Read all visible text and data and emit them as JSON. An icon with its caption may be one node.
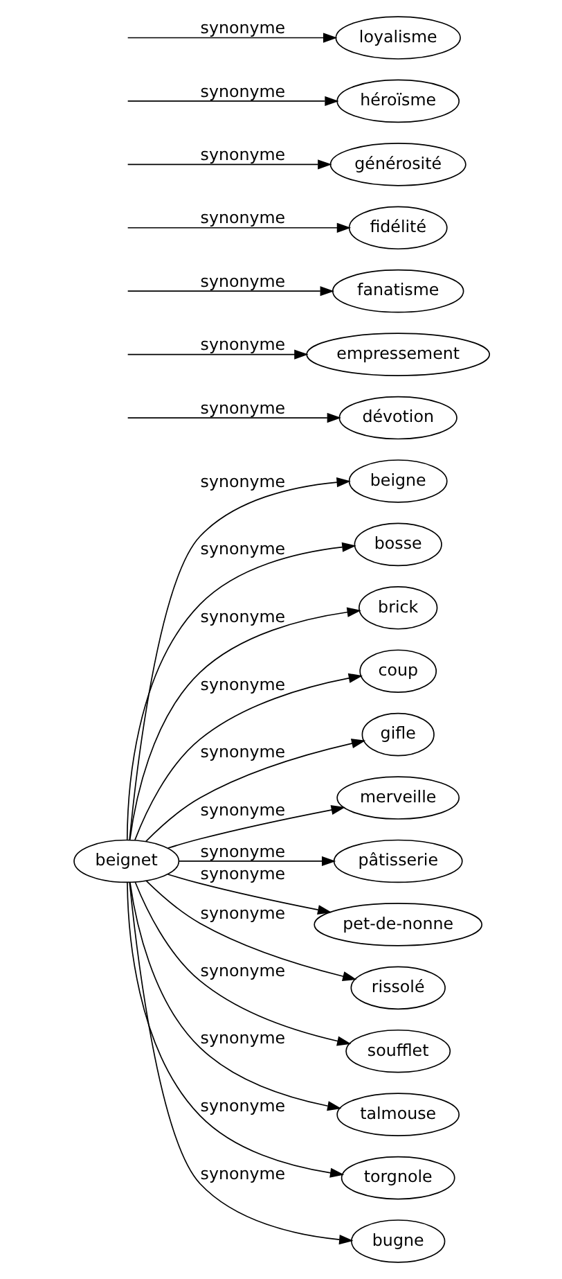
{
  "diagram": {
    "nodes": [
      {
        "text": [
          "beignet"
        ]
      },
      {
        "text": [
          "beigne"
        ]
      },
      {
        "text": [
          "bosse"
        ]
      },
      {
        "text": [
          "brick"
        ]
      },
      {
        "text": [
          "coup"
        ]
      },
      {
        "text": [
          "gifle"
        ]
      },
      {
        "text": [
          "merveille"
        ]
      },
      {
        "text": [
          "pâtisserie"
        ]
      },
      {
        "text": [
          "pet-de-nonne"
        ]
      },
      {
        "text": [
          "rissolé"
        ]
      },
      {
        "text": [
          "soufflet"
        ]
      },
      {
        "text": [
          "talmouse"
        ]
      },
      {
        "text": [
          "torgnole"
        ]
      },
      {
        "text": [
          "bugne"
        ]
      },
      {
        "text": [
          "dévotion"
        ]
      },
      {
        "text": [
          "empressement"
        ]
      },
      {
        "text": [
          "fanatisme"
        ]
      },
      {
        "text": [
          "fidélité"
        ]
      },
      {
        "text": [
          "générosité"
        ]
      },
      {
        "text": [
          "héroïsme"
        ]
      },
      {
        "text": [
          "loyalisme"
        ]
      }
    ],
    "edges": [
      {
        "from": 0,
        "to": 1,
        "arrow": "to",
        "label": "synonyme"
      },
      {
        "from": 0,
        "to": 2,
        "arrow": "to",
        "label": "synonyme"
      },
      {
        "from": 0,
        "to": 3,
        "arrow": "to",
        "label": "synonyme"
      },
      {
        "from": 0,
        "to": 4,
        "arrow": "to",
        "label": "synonyme"
      },
      {
        "from": 0,
        "to": 5,
        "arrow": "to",
        "label": "synonyme"
      },
      {
        "from": 0,
        "to": 6,
        "arrow": "to",
        "label": "synonyme"
      },
      {
        "from": 0,
        "to": 7,
        "arrow": "to",
        "label": "synonyme"
      },
      {
        "from": 0,
        "to": 8,
        "arrow": "to",
        "label": "synonyme"
      },
      {
        "from": 0,
        "to": 9,
        "arrow": "to",
        "label": "synonyme"
      },
      {
        "from": 0,
        "to": 10,
        "arrow": "to",
        "label": "synonyme"
      },
      {
        "from": 0,
        "to": 11,
        "arrow": "to",
        "label": "synonyme"
      },
      {
        "from": 0,
        "to": 12,
        "arrow": "to",
        "label": "synonyme"
      },
      {
        "from": 0,
        "to": 13,
        "arrow": "to",
        "label": "synonyme"
      },
      {
        "from": null,
        "to": 14,
        "arrow": "to",
        "label": "synonyme"
      },
      {
        "from": null,
        "to": 15,
        "arrow": "to",
        "label": "synonyme"
      },
      {
        "from": null,
        "to": 16,
        "arrow": "to",
        "label": "synonyme"
      },
      {
        "from": null,
        "to": 17,
        "arrow": "to",
        "label": "synonyme"
      },
      {
        "from": null,
        "to": 18,
        "arrow": "to",
        "label": "synonyme"
      },
      {
        "from": null,
        "to": 19,
        "arrow": "to",
        "label": "synonyme"
      },
      {
        "from": null,
        "to": 20,
        "arrow": "to",
        "label": "synonyme"
      }
    ]
  }
}
